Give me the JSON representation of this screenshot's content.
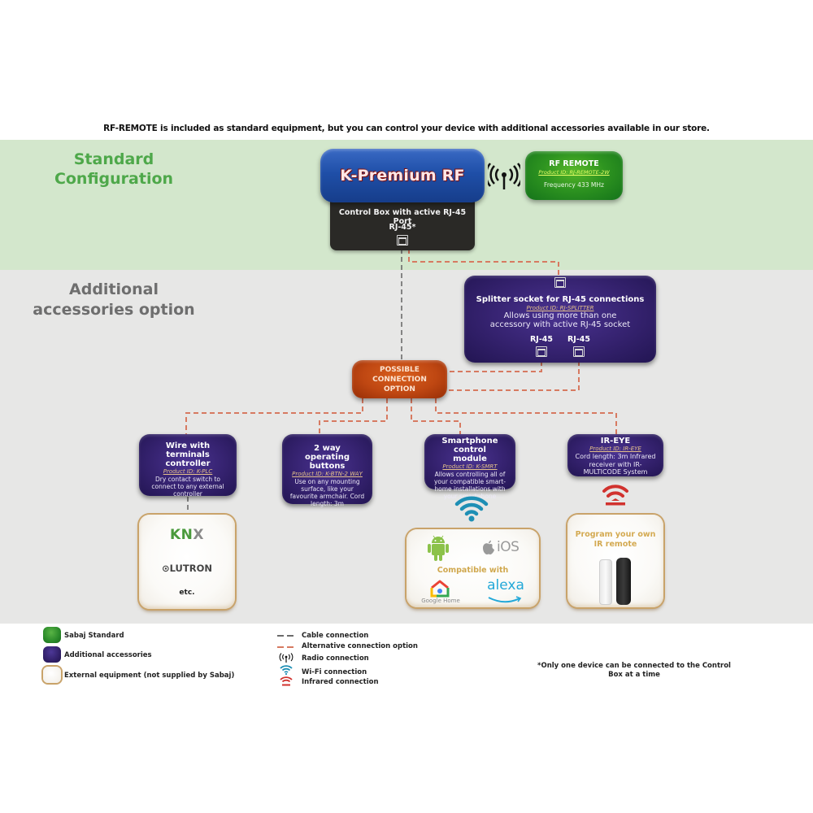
{
  "intro": "RF-REMOTE is included as standard equipment, but you can control your device with additional accessories available in our store.",
  "sections": {
    "standard": "Standard Configuration",
    "additional": "Additional accessories option"
  },
  "control_box": {
    "title": "K-Premium RF",
    "subtitle": "Control Box with active RJ-45 Port",
    "port_label": "RJ-45*"
  },
  "rf_remote": {
    "title": "RF REMOTE",
    "product_id": "Product ID: RJ-REMOTE-2W",
    "frequency": "Frequency 433 MHz"
  },
  "splitter": {
    "title": "Splitter socket for RJ-45 connections",
    "product_id": "Product ID: RJ-SPLITTER",
    "description": "Allows using more than one accessory with active RJ-45 socket",
    "port1_label": "RJ-45",
    "port2_label": "RJ-45"
  },
  "possible_connection": {
    "line1": "POSSIBLE",
    "line2": "CONNECTION",
    "line3": "OPTION"
  },
  "accessories": [
    {
      "title": "Wire with terminals controller",
      "product_id": "Product ID: K-PLC",
      "description": "Dry contact switch to connect to any external controller"
    },
    {
      "title": "2 way operating buttons",
      "product_id": "Product ID: K-BTN-2 WAY",
      "description": "Use on any mounting surface, like your favourite armchair. Cord length: 3m"
    },
    {
      "title": "Smartphone control module",
      "product_id": "Product ID: K-SMRT",
      "description": "Allows controlling all of your compatible smart-home installations with your smartphone"
    },
    {
      "title": "IR-EYE",
      "product_id": "Product ID: IR-EYE",
      "description": "Cord length: 3m Infrared receiver with IR-MULTICODE System"
    }
  ],
  "external": {
    "knx": {
      "brand1": "KN",
      "brand1_x": "X",
      "brand2": "LUTRON",
      "etc": "etc."
    },
    "smartphone": {
      "ios": "iOS",
      "compatible": "Compatible with",
      "google_home": "Google Home",
      "alexa": "alexa"
    },
    "ir_remote": {
      "title": "Program your own IR remote"
    }
  },
  "legend": {
    "colors": [
      {
        "label": "Sabaj Standard",
        "color": "#2e8f2a"
      },
      {
        "label": "Additional accessories",
        "color": "#34226e"
      },
      {
        "label": "External equipment (not supplied by Sabaj)",
        "color": "#ffffff"
      }
    ],
    "lines": [
      {
        "label": "Cable connection",
        "color": "#6b6b6b"
      },
      {
        "label": "Alternative connection option",
        "color": "#d77a61"
      },
      {
        "label": "Radio connection"
      },
      {
        "label": "Wi-Fi connection",
        "color": "#1e8fb5"
      },
      {
        "label": "Infrared connection",
        "color": "#d1322e"
      }
    ]
  },
  "note": "*Only one device can be connected to the Control Box at a time",
  "colors": {
    "standard_band": "#d3e7cc",
    "additional_band": "#e7e7e6",
    "cable": "#6b6b6b",
    "alternative": "#d77a61"
  }
}
